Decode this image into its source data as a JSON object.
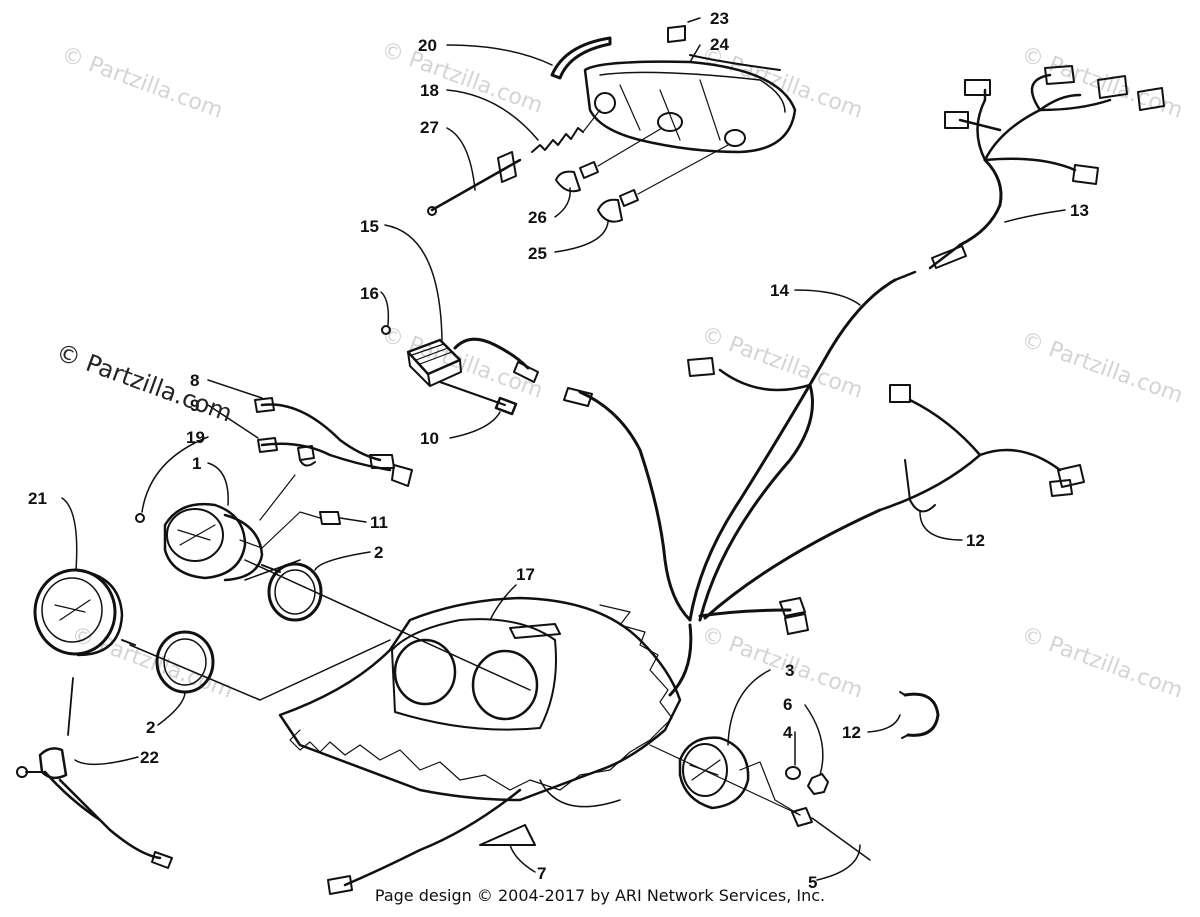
{
  "watermark": {
    "text": "© Partzilla.com",
    "faint_text": "© Partzilla.com"
  },
  "footer": {
    "text": "Page design © 2004-2017 by ARI Network Services, Inc."
  },
  "callouts": {
    "n1": "1",
    "n2a": "2",
    "n2b": "2",
    "n3": "3",
    "n4": "4",
    "n5": "5",
    "n6": "6",
    "n7": "7",
    "n8": "8",
    "n9": "9",
    "n10": "10",
    "n11": "11",
    "n12a": "12",
    "n12b": "12",
    "n13": "13",
    "n14": "14",
    "n15": "15",
    "n16": "16",
    "n17": "17",
    "n18": "18",
    "n19": "19",
    "n20": "20",
    "n21": "21",
    "n22": "22",
    "n23": "23",
    "n24": "24",
    "n25": "25",
    "n26": "26",
    "n27": "27"
  },
  "colors": {
    "ink": "#111111",
    "watermark": "#d4d4d4",
    "speckle": "#bdbdbd"
  }
}
